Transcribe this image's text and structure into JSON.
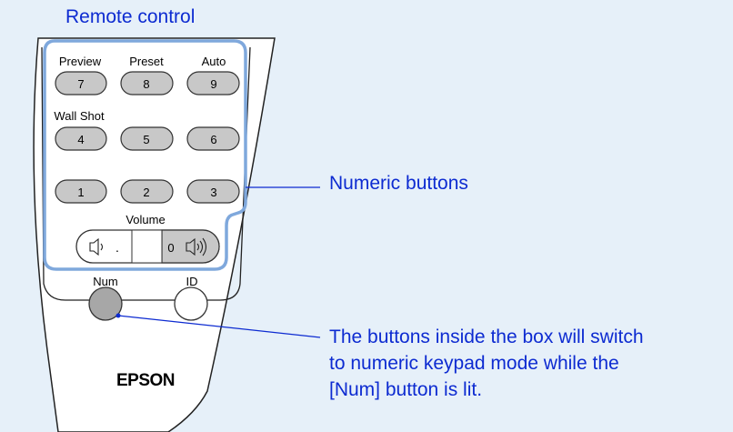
{
  "diagram": {
    "title": "Remote control",
    "callouts": {
      "numeric_buttons": "Numeric buttons",
      "note_lines": [
        "The buttons inside the box will switch",
        "to numeric keypad mode while the",
        "[Num] button is lit."
      ]
    },
    "remote": {
      "rows": [
        {
          "labels": [
            "Preview",
            "Preset",
            "Auto"
          ],
          "keys": [
            "7",
            "8",
            "9"
          ]
        },
        {
          "labels": [
            "Wall Shot",
            "",
            ""
          ],
          "keys": [
            "4",
            "5",
            "6"
          ]
        },
        {
          "labels": [
            "",
            "",
            ""
          ],
          "keys": [
            "1",
            "2",
            "3"
          ]
        }
      ],
      "volume_label": "Volume",
      "volume_left_key": ".",
      "volume_right_key": "0",
      "num_label": "Num",
      "id_label": "ID",
      "brand": "EPSON"
    },
    "colors": {
      "background": "#e6f0f9",
      "highlight_box": "#7fa8dc",
      "callout_text": "#0d2bd1",
      "num_button_lit": "#a7a7a7"
    }
  }
}
